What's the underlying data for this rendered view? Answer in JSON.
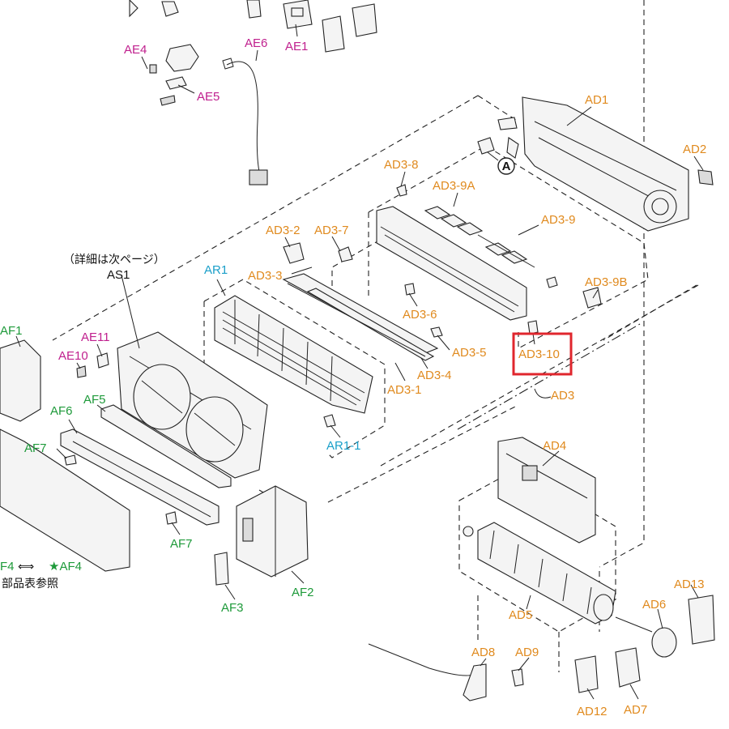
{
  "colors": {
    "orange": "#e08a1e",
    "magenta": "#c0208e",
    "teal": "#1a9fc9",
    "green": "#1e9a3a",
    "highlight": "#e0262d"
  },
  "note": {
    "line1": "（詳細は次ページ）",
    "line2": "AS1",
    "refer_left": "F4",
    "refer_arrow": "⟺",
    "refer_star": "★AF4",
    "refer_text": "部品表参照"
  },
  "circle_marker": "A",
  "labels": {
    "AE4": "AE4",
    "AE6": "AE6",
    "AE1": "AE1",
    "AE5": "AE5",
    "AD1": "AD1",
    "AD2": "AD2",
    "AD3_8": "AD3-8",
    "AD3_9A": "AD3-9A",
    "AD3_9": "AD3-9",
    "AD3_2": "AD3-2",
    "AD3_7": "AD3-7",
    "AD3_3": "AD3-3",
    "AD3_9B": "AD3-9B",
    "AD3_6": "AD3-6",
    "AD3_5": "AD3-5",
    "AD3_4": "AD3-4",
    "AD3_1": "AD3-1",
    "AD3_10": "AD3-10",
    "AD3": "AD3",
    "AR1": "AR1",
    "AR1_1": "AR1-1",
    "AF1": "AF1",
    "AE11": "AE11",
    "AE10": "AE10",
    "AF6": "AF6",
    "AF5": "AF5",
    "AF7a": "AF7",
    "AF7b": "AF7",
    "AF2": "AF2",
    "AF3": "AF3",
    "AD4": "AD4",
    "AD5": "AD5",
    "AD13": "AD13",
    "AD6": "AD6",
    "AD8": "AD8",
    "AD9": "AD9",
    "AD12": "AD12",
    "AD7": "AD7"
  }
}
